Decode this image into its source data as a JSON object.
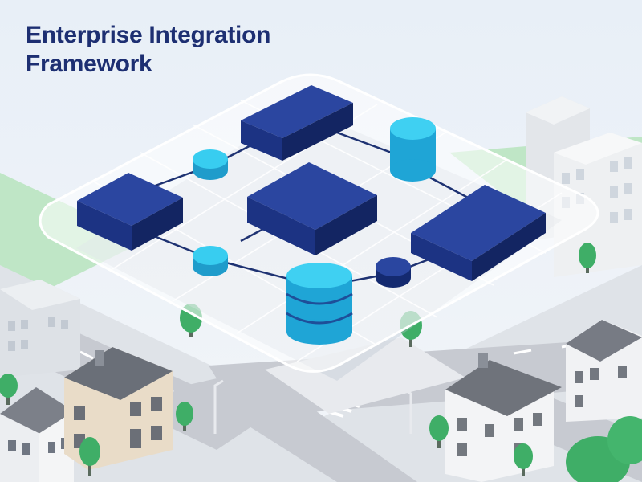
{
  "title": {
    "line1": "Enterprise Integration",
    "line2": "Framework"
  },
  "colors": {
    "sky": "#eef3f8",
    "title": "#1d2f72",
    "server_top": "#2b46a0",
    "server_left": "#1c3383",
    "server_right": "#132562",
    "node_light": "#29c0e8",
    "node_dark": "#1d3a8e",
    "connector": "#1e3272",
    "platform": "#ffffff",
    "road": "#c9ccd3",
    "grass": "#a9dfb4",
    "tree": "#3fae67"
  },
  "diagram": {
    "servers": [
      {
        "id": "server-top"
      },
      {
        "id": "server-left"
      },
      {
        "id": "server-center"
      },
      {
        "id": "server-right"
      }
    ],
    "nodes": [
      {
        "id": "node-upper-left",
        "style": "light"
      },
      {
        "id": "node-lower-left",
        "style": "light"
      },
      {
        "id": "node-lower-right",
        "style": "dark"
      }
    ],
    "databases": [
      {
        "id": "database-top"
      },
      {
        "id": "database-bottom"
      }
    ]
  },
  "icons": [
    "server-block-icon",
    "database-cylinder-icon",
    "connector-node-icon",
    "building-icon",
    "house-icon",
    "tree-icon",
    "streetlight-icon"
  ]
}
